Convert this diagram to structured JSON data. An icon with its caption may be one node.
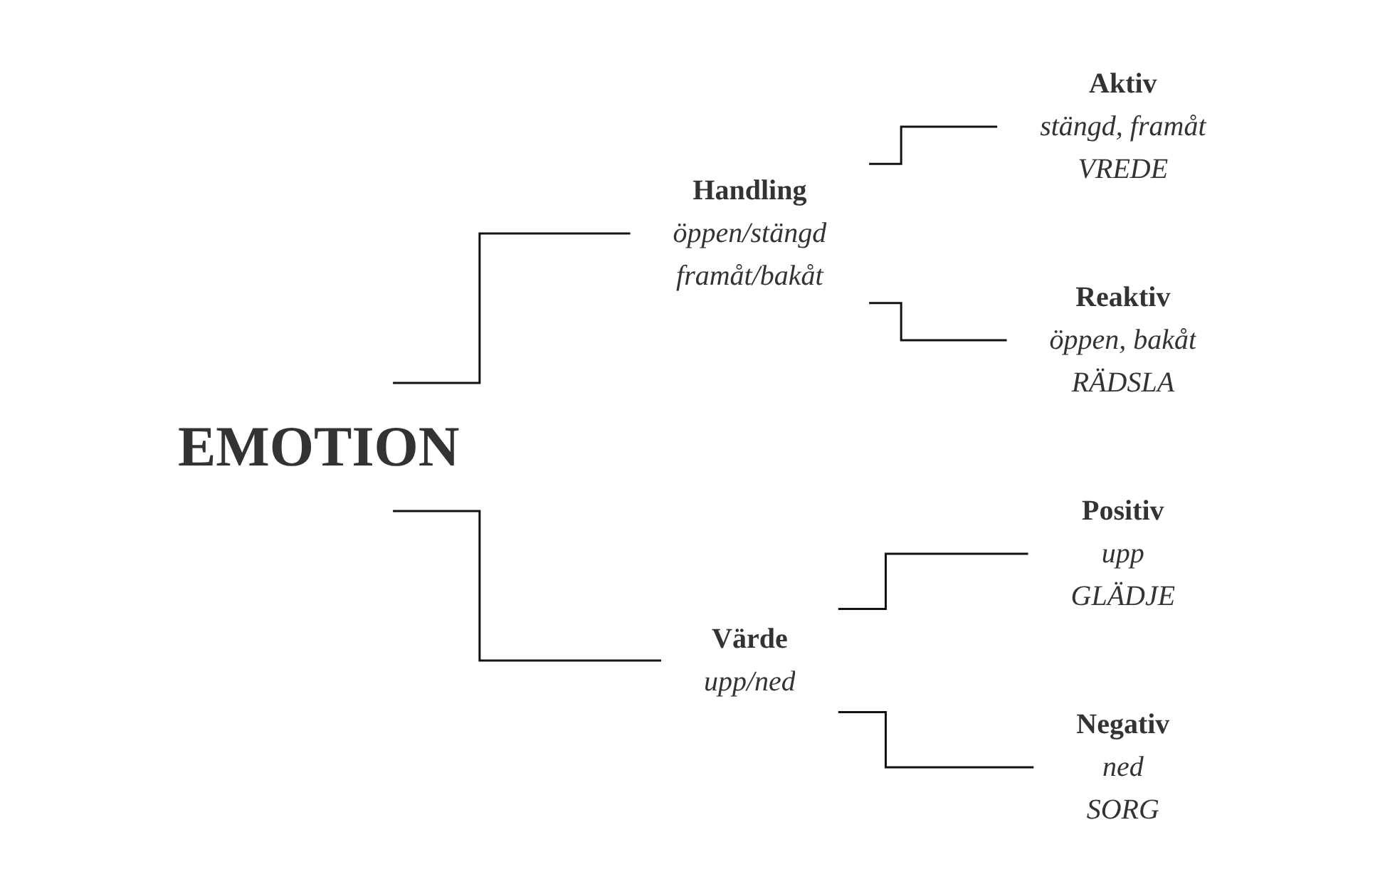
{
  "diagram": {
    "nodes": [
      {
        "text": [
          "EMOTION"
        ]
      },
      {
        "text": [
          "Handling",
          "öppen/stängd",
          "framåt/bakåt"
        ]
      },
      {
        "text": [
          "Värde",
          "upp/ned"
        ]
      },
      {
        "text": [
          "Aktiv",
          "stängd, framåt",
          "VREDE"
        ]
      },
      {
        "text": [
          "Reaktiv",
          "öppen, bakåt",
          "RÄDSLA"
        ]
      },
      {
        "text": [
          "Positiv",
          "upp",
          "GLÄDJE"
        ]
      },
      {
        "text": [
          "Negativ",
          "ned",
          "SORG"
        ]
      }
    ],
    "edges": [
      {
        "from": 0,
        "to": 1,
        "arrow": "none"
      },
      {
        "from": 0,
        "to": 2,
        "arrow": "none"
      },
      {
        "from": 1,
        "to": 3,
        "arrow": "none"
      },
      {
        "from": 1,
        "to": 4,
        "arrow": "none"
      },
      {
        "from": 2,
        "to": 5,
        "arrow": "none"
      },
      {
        "from": 2,
        "to": 6,
        "arrow": "none"
      }
    ]
  }
}
